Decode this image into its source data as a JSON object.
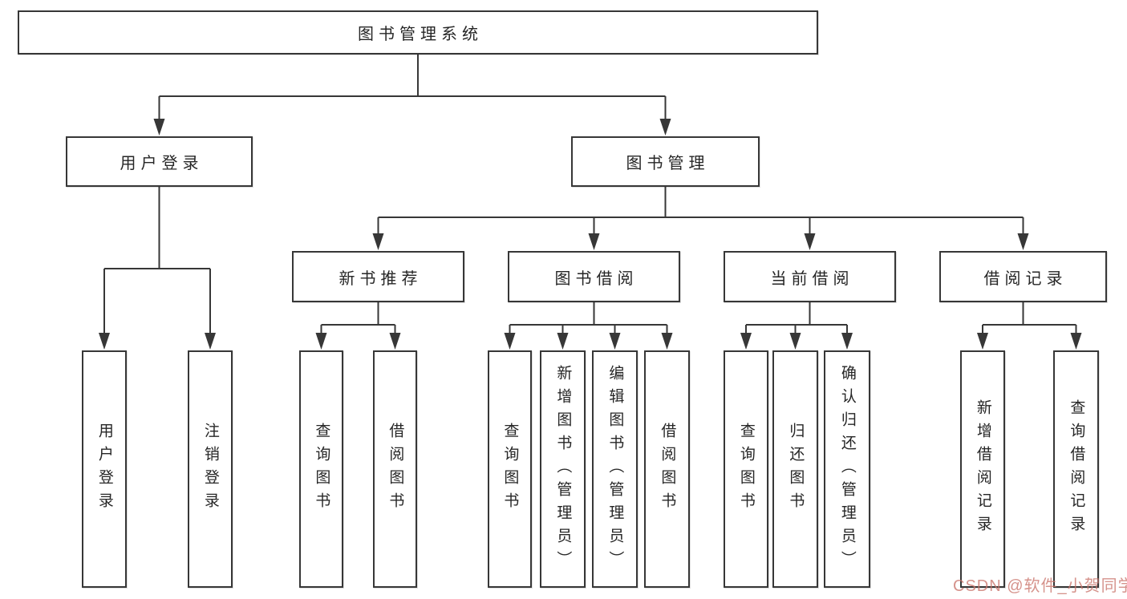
{
  "colors": {
    "line": "#373737",
    "box_border": "#373737",
    "text": "#262626",
    "background": "#ffffff",
    "watermark": "#c9736a"
  },
  "watermark": {
    "text": "CSDN @软件_小贺同学"
  },
  "nodes": {
    "root": {
      "label": "图书管理系统"
    },
    "level1": [
      {
        "label": "用户登录"
      },
      {
        "label": "图书管理"
      }
    ],
    "level2": [
      {
        "label": "新书推荐",
        "parent": "图书管理"
      },
      {
        "label": "图书借阅",
        "parent": "图书管理"
      },
      {
        "label": "当前借阅",
        "parent": "图书管理"
      },
      {
        "label": "借阅记录",
        "parent": "图书管理"
      }
    ],
    "leaves": [
      {
        "label": "用户登录",
        "parent": "用户登录"
      },
      {
        "label": "注销登录",
        "parent": "用户登录"
      },
      {
        "label": "查询图书",
        "parent": "新书推荐"
      },
      {
        "label": "借阅图书",
        "parent": "新书推荐"
      },
      {
        "label": "查询图书",
        "parent": "图书借阅"
      },
      {
        "label": "新增图书（管理员）",
        "parent": "图书借阅"
      },
      {
        "label": "编辑图书（管理员）",
        "parent": "图书借阅"
      },
      {
        "label": "借阅图书",
        "parent": "图书借阅"
      },
      {
        "label": "查询图书",
        "parent": "当前借阅"
      },
      {
        "label": "归还图书",
        "parent": "当前借阅"
      },
      {
        "label": "确认归还（管理员）",
        "parent": "当前借阅"
      },
      {
        "label": "新增借阅记录",
        "parent": "借阅记录"
      },
      {
        "label": "查询借阅记录",
        "parent": "借阅记录"
      }
    ]
  }
}
